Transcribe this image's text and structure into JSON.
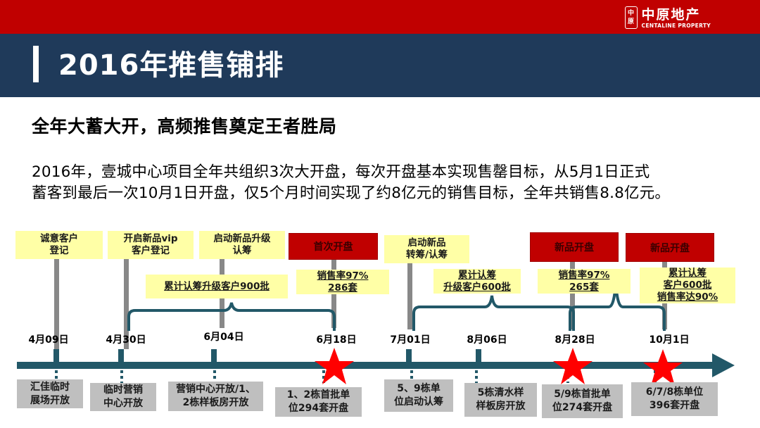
{
  "header": {
    "logo_seal_top": "中",
    "logo_seal_bottom": "原",
    "logo_cn": "中原地产",
    "logo_en": "CENTALINE PROPERTY",
    "brand_color": "#c00000"
  },
  "title": "2016年推售铺排",
  "title_bar_color": "#1f3a5a",
  "subtitle": "全年大蓄大开，高频推售奠定王者胜局",
  "paragraph": {
    "line1": "2016年，壹城中心项目全年共组织3次大开盘，每次开盘基本实现售罄目标，从5月1日正式",
    "line2": "蓄客到最后一次10月1日开盘，仅5个月时间实现了约8亿元的销售目标，全年共销售8.8亿元。"
  },
  "timeline": {
    "axis_color": "#225868",
    "events": [
      {
        "date": "4月09日",
        "top_label": [
          "诚意客户",
          "登记"
        ],
        "bottom_label": [
          "汇佳临时",
          "展场开放"
        ],
        "star": false
      },
      {
        "date": "4月30日",
        "top_label": [
          "开启新品vip",
          "客户登记"
        ],
        "bottom_label": [
          "临时营销",
          "中心开放"
        ],
        "star": false
      },
      {
        "date": "6月04日",
        "top_label": [
          "启动新品升级",
          "认筹"
        ],
        "bottom_label": [
          "营销中心开放/1、",
          "2栋样板房开放"
        ],
        "star": false
      },
      {
        "date": "6月18日",
        "top_label": [
          "首次开盘"
        ],
        "bottom_label": [
          "1、2栋首批单",
          "位294套开盘"
        ],
        "star": true
      },
      {
        "date": "7月01日",
        "top_label": [
          "启动新品",
          "转筹/认筹"
        ],
        "bottom_label": [
          "5、9栋单",
          "位启动认筹"
        ],
        "star": false
      },
      {
        "date": "8月06日",
        "top_label": [],
        "bottom_label": [
          "5栋清水样",
          "样板房开放"
        ],
        "star": false
      },
      {
        "date": "8月28日",
        "top_label": [
          "新品开盘"
        ],
        "bottom_label": [
          "5/9栋首批单",
          "位274套开盘"
        ],
        "star": true
      },
      {
        "date": "10月1日",
        "top_label": [
          "新品开盘"
        ],
        "bottom_label": [
          "6/7/8栋单位",
          "396套开盘"
        ],
        "star": true
      }
    ],
    "results": [
      {
        "id": "phase1_pledge",
        "lines": [
          "累计认筹升级客户900批"
        ]
      },
      {
        "id": "phase1_sales",
        "lines": [
          "销售率97%",
          "286套"
        ]
      },
      {
        "id": "phase2_pledge",
        "lines": [
          "累计认筹",
          "升级客户600批"
        ]
      },
      {
        "id": "phase2_sales",
        "lines": [
          "销售率97%",
          "265套"
        ]
      },
      {
        "id": "phase3_result",
        "lines": [
          "累计认筹",
          "客户600批",
          "销售率达90%"
        ]
      }
    ]
  }
}
